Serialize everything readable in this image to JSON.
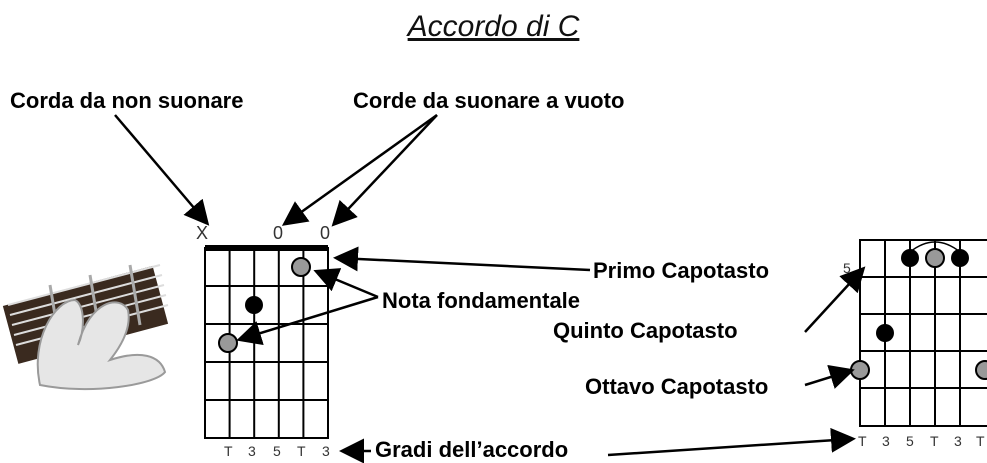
{
  "title": "Accordo di C",
  "labels": {
    "corda_non_suonare": "Corda da non suonare",
    "corde_vuoto": "Corde da suonare a vuoto",
    "primo_capotasto": "Primo Capotasto",
    "nota_fondamentale": "Nota fondamentale",
    "quinto_capotasto": "Quinto Capotasto",
    "ottavo_capotasto": "Ottavo Capotasto",
    "gradi_accordo": "Gradi dell’accordo"
  },
  "left_chart": {
    "string_marks": [
      "X",
      "0",
      "0"
    ],
    "degrees": [
      "T",
      "3",
      "5",
      "T",
      "3"
    ]
  },
  "right_chart": {
    "fret_number": "5",
    "degrees": [
      "T",
      "3",
      "5",
      "T",
      "3",
      "T"
    ]
  }
}
